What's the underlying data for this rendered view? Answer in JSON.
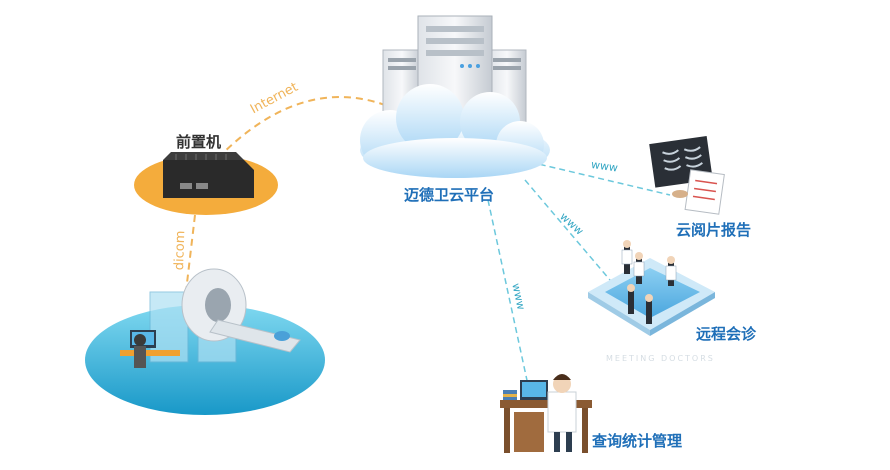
{
  "nodes": {
    "cloud": "迈德卫云平台",
    "gateway": "前置机",
    "reading": "云阅片报告",
    "consult": "远程会诊",
    "query": "查询统计管理"
  },
  "links": {
    "internet": "Internet",
    "dicom": "dicom",
    "www": "www"
  },
  "meeting_caption": "MEETING DOCTORS",
  "colors": {
    "accent": "#1f6fb8",
    "orange_link": "#f0b45a",
    "teal_link": "#35a7c4"
  }
}
